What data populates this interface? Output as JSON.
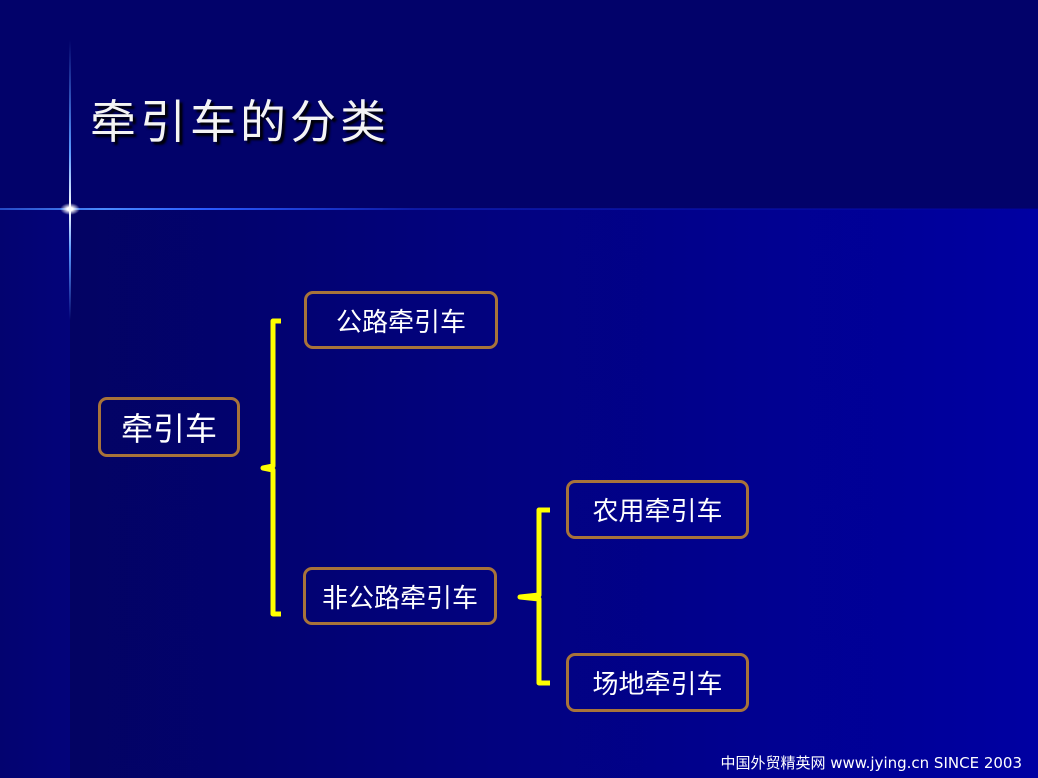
{
  "title": "牵引车的分类",
  "nodes": {
    "root": "牵引车",
    "road": "公路牵引车",
    "offroad": "非公路牵引车",
    "agri": "农用牵引车",
    "yard": "场地牵引车"
  },
  "footer": "中国外贸精英网 www.jying.cn  SINCE 2003",
  "colors": {
    "bracket": "#ffff00",
    "box_border": "#a8733a"
  }
}
